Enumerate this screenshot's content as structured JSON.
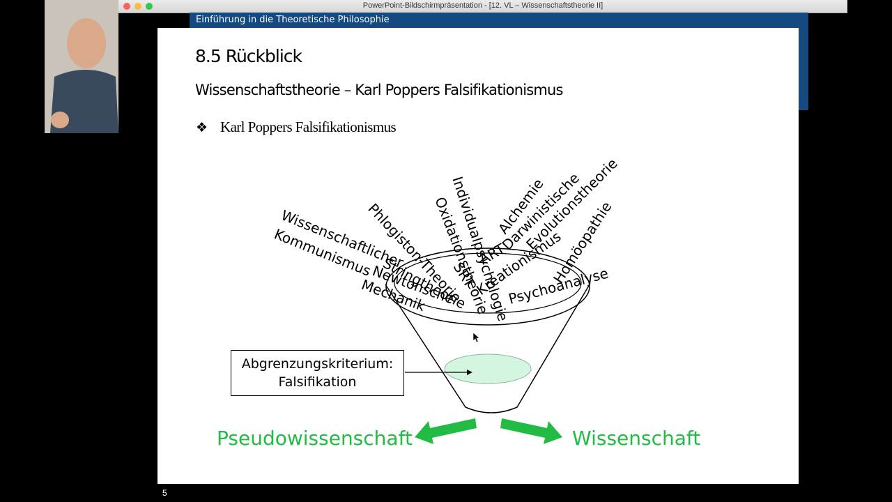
{
  "window": {
    "title": "PowerPoint-Bildschirmpräsentation - [12. VL – Wissenschaftstheorie II]"
  },
  "slide": {
    "header": "Einführung in die Theoretische Philosophie",
    "title": "8.5 Rückblick",
    "subtitle": "Wissenschaftstheorie – Karl Poppers Falsifikationismus",
    "bullet_symbol": "❖",
    "bullet": "Karl Poppers Falsifikationismus",
    "page_number": "5"
  },
  "diagram": {
    "theories": [
      "Wissenschaftlicher Kommunismus",
      "Phlogiston-Theorie",
      "Oxidationstheorie",
      "Individualpsychologie",
      "Alchemie",
      "ART",
      "Darwinistische Evolutionstheorie",
      "Homöopathie",
      "Stringtheorie",
      "Newtonsche Mechanik",
      "SRT",
      "Kreationismus",
      "Psychoanalyse"
    ],
    "criterion_line1": "Abgrenzungskriterium:",
    "criterion_line2": "Falsifikation",
    "left_outcome": "Pseudowissenschaft",
    "right_outcome": "Wissenschaft",
    "accent_color": "#22bb44",
    "filter_color": "#d4f5df"
  },
  "colors": {
    "header_band": "#154a80",
    "outcome_green": "#22bb44"
  }
}
